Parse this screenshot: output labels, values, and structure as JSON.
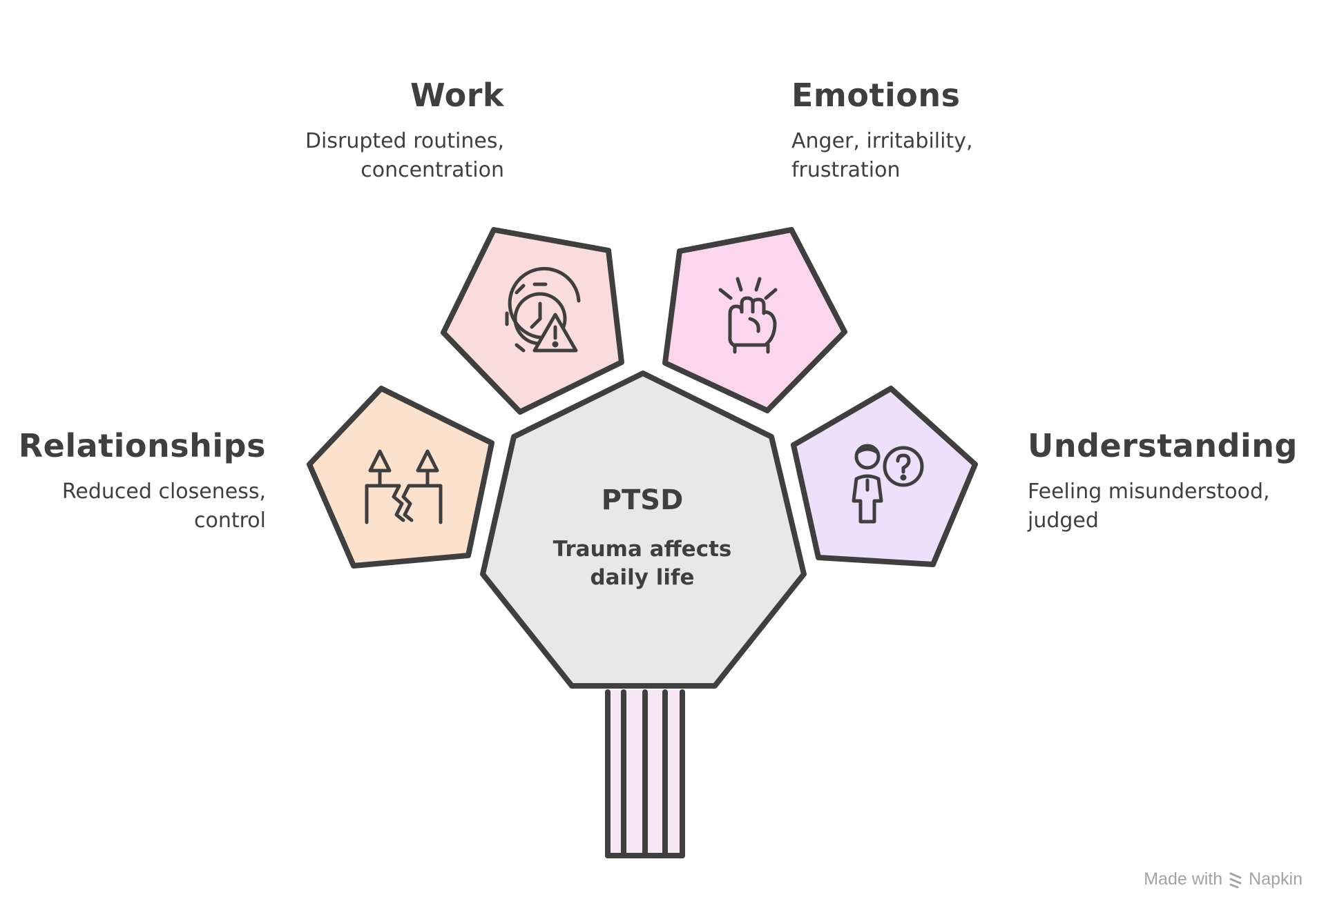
{
  "center": {
    "title": "PTSD",
    "subtitle_line1": "Trauma affects",
    "subtitle_line2": "daily life"
  },
  "nodes": {
    "work": {
      "title": "Work",
      "desc_line1": "Disrupted routines,",
      "desc_line2": "concentration",
      "icon": "gear-clock-warning-icon",
      "color": "#fadcdc"
    },
    "emotions": {
      "title": "Emotions",
      "desc_line1": "Anger, irritability,",
      "desc_line2": "frustration",
      "icon": "clenched-fist-icon",
      "color": "#fbd6ee"
    },
    "relationships": {
      "title": "Relationships",
      "desc_line1": "Reduced closeness,",
      "desc_line2": "control",
      "icon": "broken-connection-icon",
      "color": "#fce2cc"
    },
    "understanding": {
      "title": "Understanding",
      "desc_line1": "Feeling misunderstood,",
      "desc_line2": "judged",
      "icon": "person-question-icon",
      "color": "#eedffa"
    }
  },
  "center_color": "#e8e8e8",
  "stroke_color": "#3f3f3f",
  "footer": {
    "made_with": "Made with",
    "brand": "Napkin"
  }
}
